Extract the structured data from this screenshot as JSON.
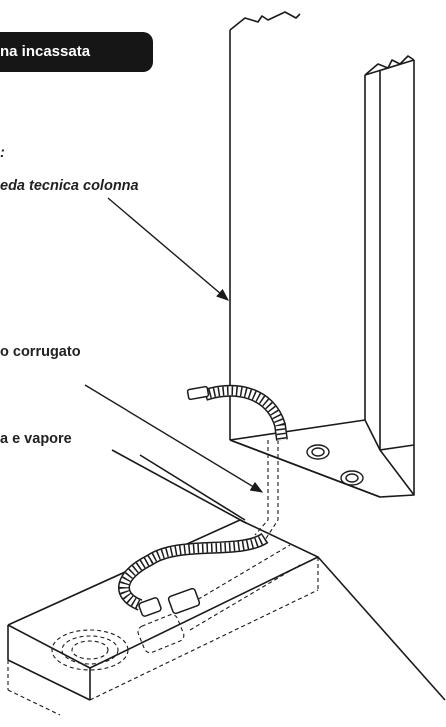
{
  "title_badge": "na incassata",
  "labels": {
    "note_line1": ":",
    "note_line2": "eda tecnica colonna",
    "hose": "o corrugato",
    "water_steam": "a e vapore"
  },
  "colors": {
    "ink": "#1a1a1a",
    "badge_bg": "#161616",
    "badge_text": "#ffffff"
  },
  "icons": [
    "arrow-icon",
    "corrugated-hose-icon",
    "column-outlet-icon"
  ]
}
